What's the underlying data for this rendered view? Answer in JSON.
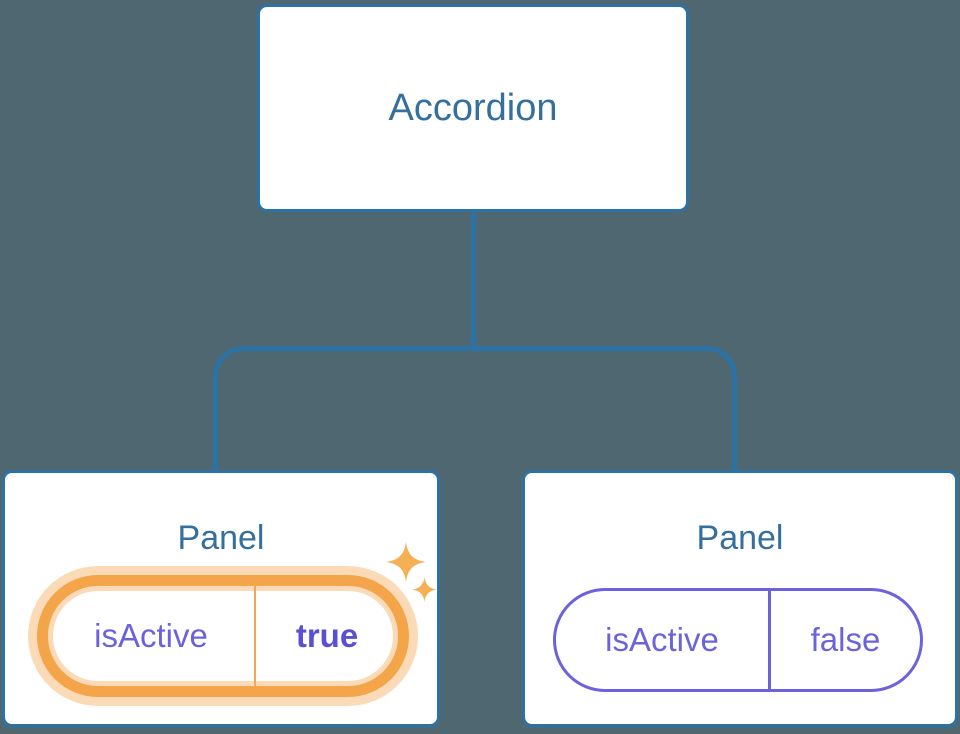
{
  "tree": {
    "root": {
      "label": "Accordion"
    },
    "panels": [
      {
        "title": "Panel",
        "prop_name": "isActive",
        "prop_value": "true",
        "state": "active"
      },
      {
        "title": "Panel",
        "prop_name": "isActive",
        "prop_value": "false",
        "state": "inactive"
      }
    ],
    "icons": [
      "sparkle-large-icon",
      "sparkle-small-icon"
    ]
  },
  "colors": {
    "background": "#4E6770",
    "line": "#2D72A4",
    "title": "#356F9E",
    "purple": "#6C63DC",
    "purple-bold": "#5A50D4",
    "orange": "#F4A54A",
    "orange-halo": "rgba(244,165,74,0.40)",
    "orange-divider": "#F2A658",
    "sparkle": "#F5AF55"
  }
}
